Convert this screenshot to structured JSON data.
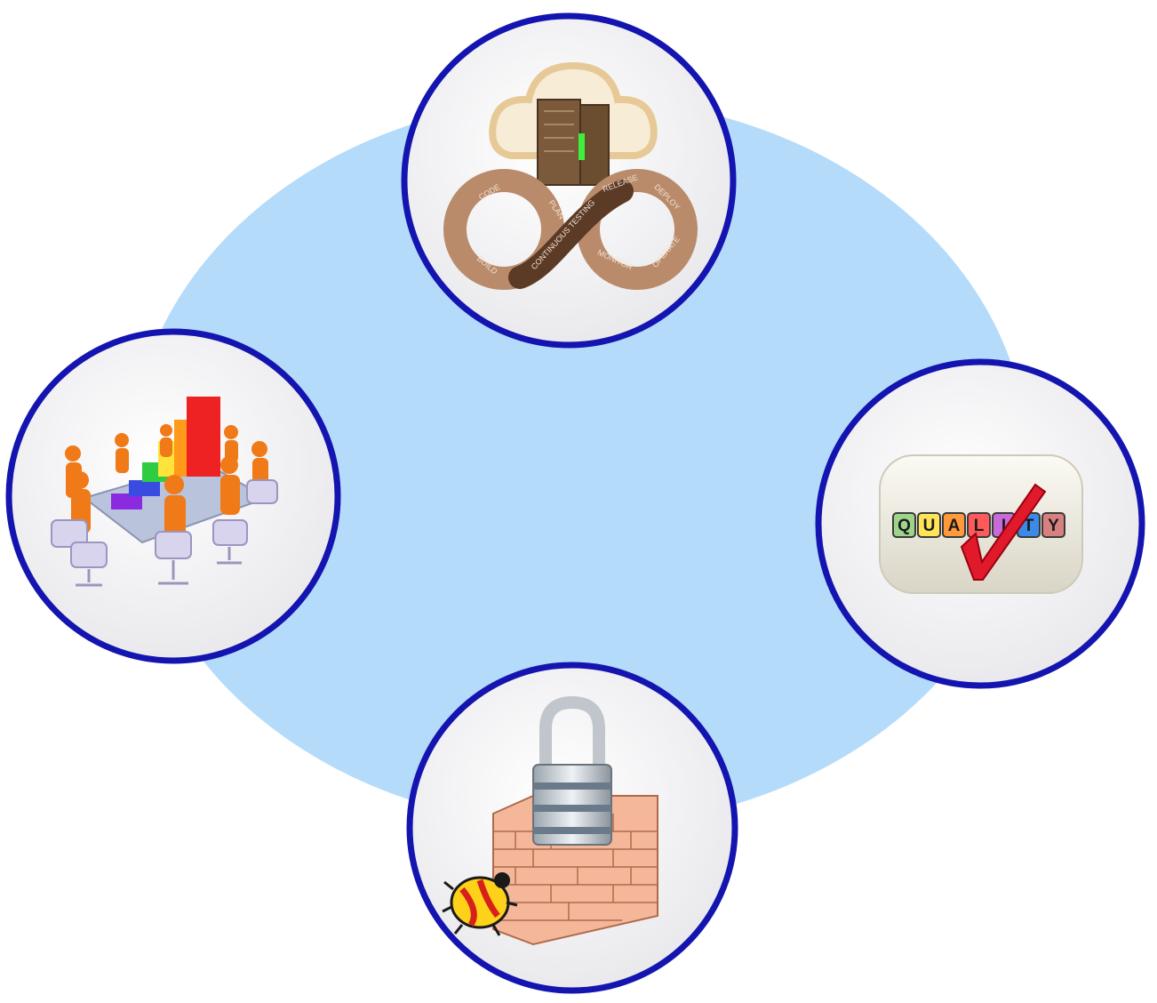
{
  "diagram": {
    "colors": {
      "background_ellipse": "#b5dbfb",
      "node_border": "#1414b0",
      "node_fill": "#ffffff"
    },
    "nodes": [
      {
        "id": "devops",
        "icon": "devops-infinity-cloud-icon",
        "loop_labels": [
          "CODE",
          "PLAN",
          "BUILD",
          "CONTINUOUS TESTING",
          "RELEASE",
          "DEPLOY",
          "OPERATE",
          "MONITOR"
        ]
      },
      {
        "id": "meeting",
        "icon": "team-meeting-bar-chart-icon"
      },
      {
        "id": "quality",
        "icon": "quality-checkmark-icon",
        "tiles": [
          "Q",
          "U",
          "A",
          "L",
          "I",
          "T",
          "Y"
        ]
      },
      {
        "id": "security",
        "icon": "padlock-brick-wall-bug-icon"
      }
    ]
  }
}
